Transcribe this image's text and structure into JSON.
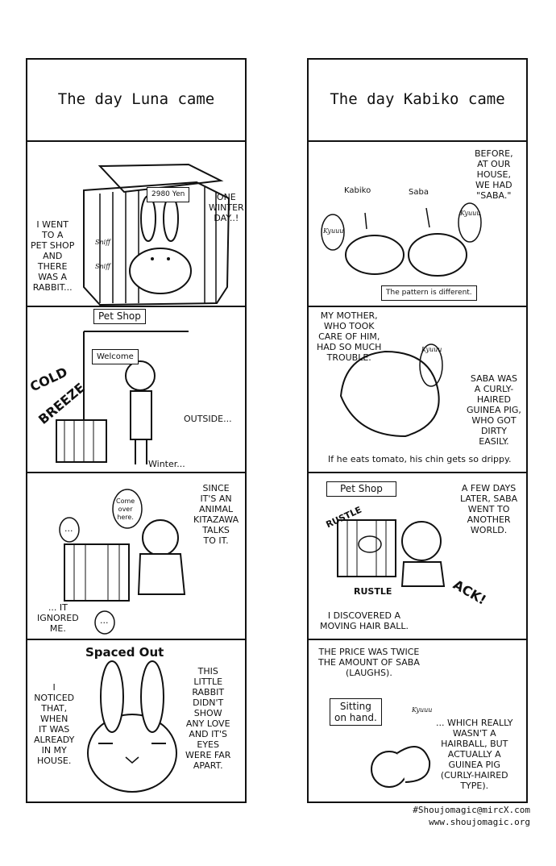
{
  "left": {
    "title": "The day Luna came",
    "p1": {
      "price_tag": "2980 Yen",
      "narration_a": "ONE\nWINTER\nDAY..!",
      "narration_b": "I WENT\nTO A\nPET SHOP\nAND\nTHERE\nWAS A\nRABBIT...",
      "sfx_a": "Sniff",
      "sfx_b": "Sniff"
    },
    "p2": {
      "sign": "Pet Shop",
      "door_sign": "Welcome",
      "sfx_a": "COLD",
      "sfx_b": "BREEZE",
      "narration_a": "OUTSIDE...",
      "narration_b": "Winter..."
    },
    "p3": {
      "bubble_a": "Come\nover\nhere.",
      "bubble_b": "...",
      "bubble_c": "...",
      "narration_a": "SINCE\nIT'S AN\nANIMAL\nKITAZAWA\nTALKS\nTO IT.",
      "narration_b": "... IT\nIGNORED\nME."
    },
    "p4": {
      "heading": "Spaced Out",
      "narration_a": "I\nNOTICED\nTHAT,\nWHEN\nIT WAS\nALREADY\nIN MY\nHOUSE.",
      "narration_b": "THIS\nLITTLE\nRABBIT\nDIDN'T\nSHOW\nANY LOVE\nAND IT'S\nEYES\nWERE FAR\nAPART."
    }
  },
  "right": {
    "title": "The day Kabiko came",
    "p1": {
      "narration_a": "BEFORE,\nAT OUR\nHOUSE,\nWE HAD\n\"SABA.\"",
      "label_a": "Kabiko",
      "label_b": "Saba",
      "kyu_a": "Kyuuu",
      "kyu_b": "Kyuuu",
      "caption": "The pattern is different."
    },
    "p2": {
      "narration_a": "MY MOTHER,\nWHO TOOK\nCARE OF HIM,\nHAD SO MUCH\nTROUBLE.",
      "kyu": "Kyuuu",
      "narration_b": "SABA WAS\nA CURLY-\nHAIRED\nGUINEA PIG,\nWHO GOT\nDIRTY\nEASILY.",
      "caption": "If he eats tomato, his chin gets so drippy."
    },
    "p3": {
      "sign": "Pet Shop",
      "narration_a": "A FEW DAYS\nLATER, SABA\nWENT TO\nANOTHER\nWORLD.",
      "sfx_a": "RUSTLE",
      "sfx_b": "RUSTLE",
      "sfx_c": "ACK!",
      "narration_b": "I DISCOVERED A\nMOVING HAIR BALL."
    },
    "p4": {
      "narration_a": "THE PRICE WAS TWICE\nTHE AMOUNT OF SABA\n(LAUGHS).",
      "box": "Sitting\non hand.",
      "kyu": "Kyuuu",
      "narration_b": "... WHICH REALLY\nWASN'T A\nHAIRBALL, BUT\nACTUALLY A\nGUINEA PIG\n(CURLY-HAIRED\nTYPE)."
    }
  },
  "footer": {
    "line1": "#Shoujomagic@mircX.com",
    "line2": "www.shoujomagic.org"
  }
}
